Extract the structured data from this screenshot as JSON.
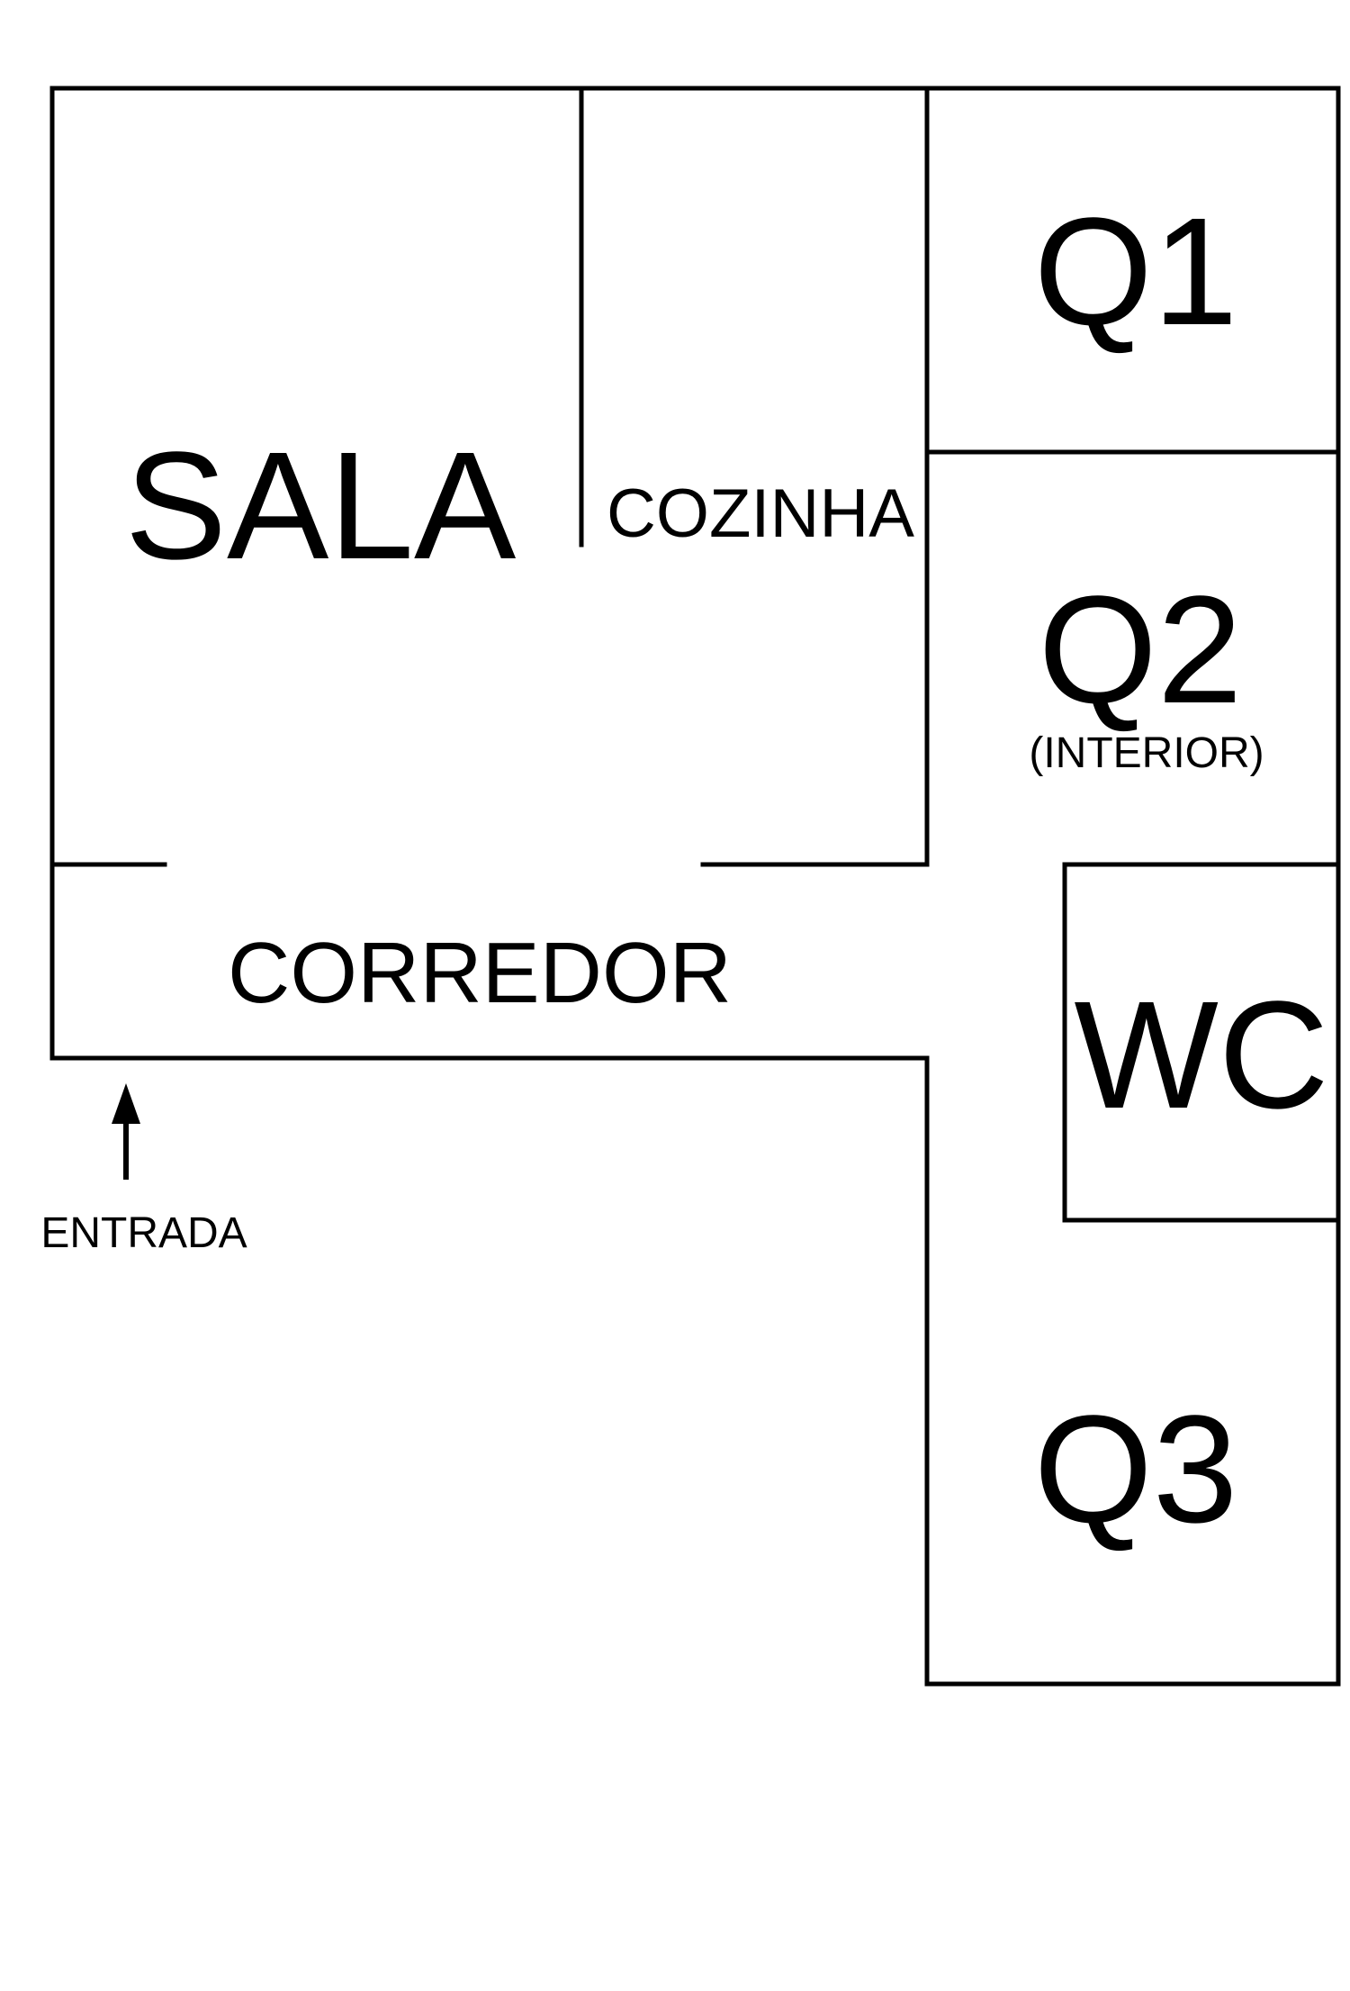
{
  "rooms": {
    "sala": "SALA",
    "cozinha": "COZINHA",
    "q1": "Q1",
    "q2": "Q2",
    "q2_note": "(INTERIOR)",
    "wc": "WC",
    "corredor": "CORREDOR",
    "q3": "Q3"
  },
  "entrance": {
    "label": "ENTRADA",
    "icon": "arrow-up-icon"
  },
  "colors": {
    "lines": "#000000",
    "background": "#ffffff"
  }
}
